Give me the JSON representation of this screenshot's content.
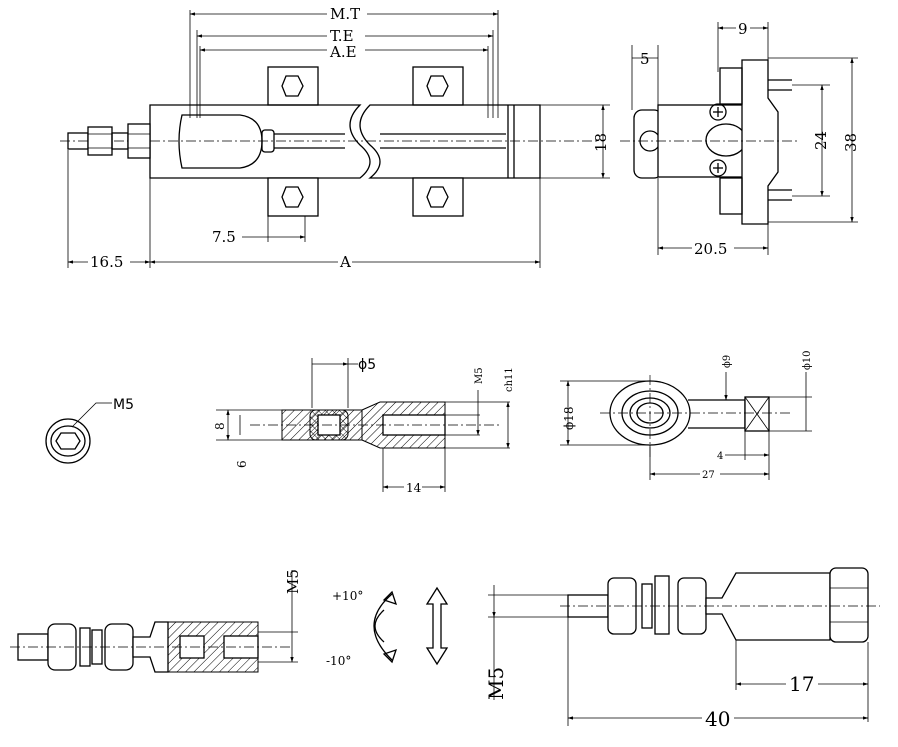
{
  "dimensions": {
    "mt": "M.T",
    "te": "T.E",
    "ae": "A.E",
    "height_18": "18",
    "bracket_7_5": "7.5",
    "rod_16_5": "16.5",
    "length_a": "A",
    "side_5": "5",
    "side_9": "9",
    "side_24": "24",
    "side_38": "38",
    "side_20_5": "20.5",
    "thread_m5": "M5",
    "pin_phi5": "ϕ5",
    "end_m5": "M5",
    "end_ch11": "ch11",
    "end_8": "8",
    "end_6": "6",
    "end_14": "14",
    "eye_phi18": "ϕ18",
    "eye_phi9": "ϕ9",
    "eye_phi10": "ϕ10",
    "eye_4": "4",
    "eye_27": "27",
    "joint_m5": "M5",
    "angle_plus": "+10°",
    "angle_minus": "-10°",
    "float_m5": "M5",
    "float_17": "17",
    "float_40": "40"
  }
}
